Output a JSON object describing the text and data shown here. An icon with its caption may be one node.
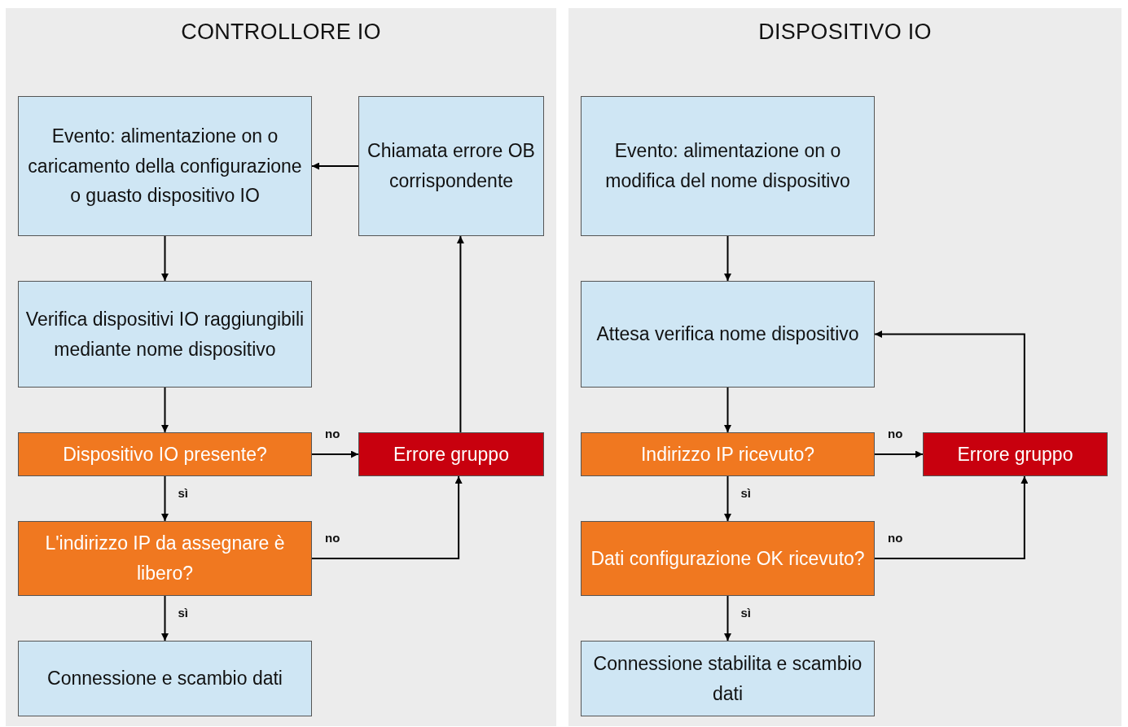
{
  "diagram": {
    "nodes": [
      {
        "text": [
          "CONTROLLORE IO"
        ]
      },
      {
        "text": [
          "Evento: alimentazione on o caricamento della configurazione o guasto dispositivo IO"
        ],
        "in": 0
      },
      {
        "text": [
          "Chiamata errore OB corrispondente"
        ],
        "in": 0
      },
      {
        "text": [
          "Verifica dispositivi IO raggiungibili mediante nome dispositivo"
        ],
        "in": 0
      },
      {
        "text": [
          "Dispositivo IO presente?"
        ],
        "in": 0
      },
      {
        "text": [
          "Errore gruppo"
        ],
        "in": 0
      },
      {
        "text": [
          "L'indirizzo IP da assegnare è libero?"
        ],
        "in": 0
      },
      {
        "text": [
          "Connessione e scambio dati"
        ],
        "in": 0
      },
      {
        "text": [
          "DISPOSITIVO IO"
        ]
      },
      {
        "text": [
          "Evento: alimentazione on o modifica del nome dispositivo"
        ],
        "in": 8
      },
      {
        "text": [
          "Attesa verifica nome dispositivo"
        ],
        "in": 8
      },
      {
        "text": [
          "Indirizzo IP ricevuto?"
        ],
        "in": 8
      },
      {
        "text": [
          "Errore gruppo"
        ],
        "in": 8
      },
      {
        "text": [
          "Dati configurazione OK ricevuto?"
        ],
        "in": 8
      },
      {
        "text": [
          "Connessione stabilita e scambio dati"
        ],
        "in": 8
      }
    ],
    "edges": [
      {
        "from": 2,
        "to": 1,
        "arrow": "to"
      },
      {
        "from": 1,
        "to": 3,
        "arrow": "to"
      },
      {
        "from": 3,
        "to": 4,
        "arrow": "to"
      },
      {
        "from": 4,
        "to": 5,
        "arrow": "to",
        "label": "no"
      },
      {
        "from": 4,
        "to": 6,
        "arrow": "to",
        "label": "sì"
      },
      {
        "from": 6,
        "to": 5,
        "arrow": "to",
        "label": "no"
      },
      {
        "from": 6,
        "to": 7,
        "arrow": "to",
        "label": "sì"
      },
      {
        "from": 5,
        "to": 2,
        "arrow": "to"
      },
      {
        "from": 9,
        "to": 10,
        "arrow": "to"
      },
      {
        "from": 10,
        "to": 11,
        "arrow": "to"
      },
      {
        "from": 11,
        "to": 12,
        "arrow": "to",
        "label": "no"
      },
      {
        "from": 11,
        "to": 13,
        "arrow": "to",
        "label": "sì"
      },
      {
        "from": 13,
        "to": 12,
        "arrow": "to",
        "label": "no"
      },
      {
        "from": 13,
        "to": 14,
        "arrow": "to",
        "label": "sì"
      },
      {
        "from": 12,
        "to": 10,
        "arrow": "to"
      }
    ]
  }
}
